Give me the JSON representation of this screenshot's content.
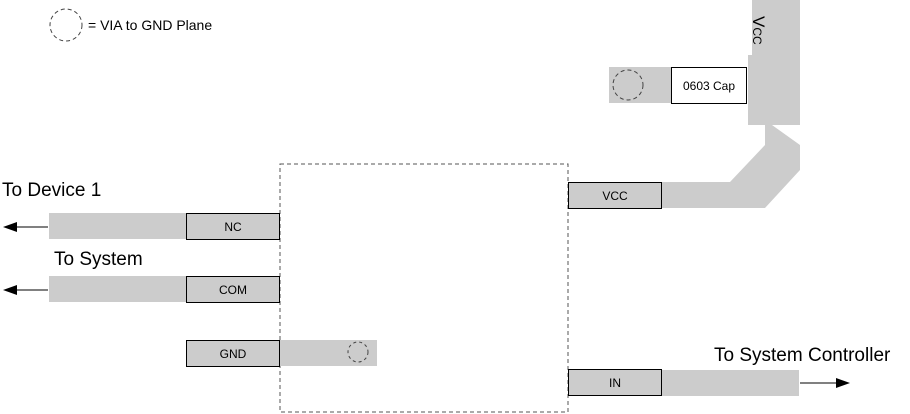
{
  "legend": {
    "text": "= VIA to GND Plane"
  },
  "labels": {
    "to_device_1": "To Device 1",
    "to_system": "To System",
    "to_system_controller": "To System Controller",
    "vcc_supply_main": "V",
    "vcc_supply_sub": "CC"
  },
  "pins": {
    "nc": "NC",
    "com": "COM",
    "gnd": "GND",
    "vcc": "VCC",
    "in": "IN"
  },
  "capacitor": {
    "label": "0603 Cap"
  },
  "colors": {
    "trace": "#cccccc",
    "outline": "#000000",
    "package_outline": "#555555"
  }
}
